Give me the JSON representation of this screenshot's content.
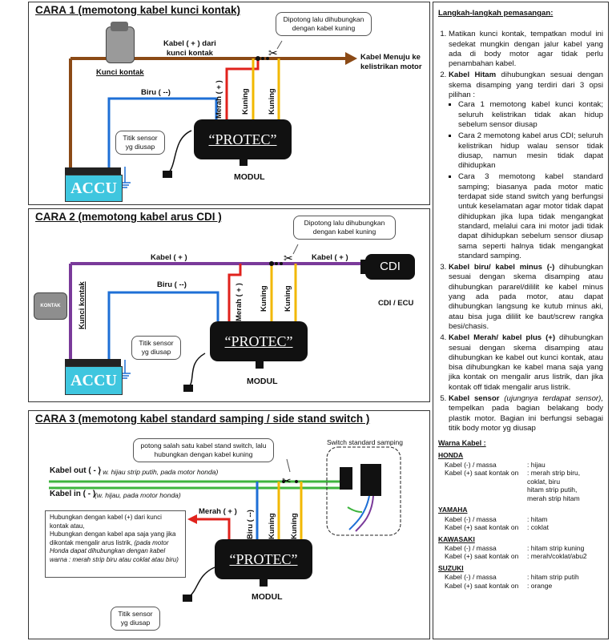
{
  "cara1": {
    "title": "CARA  1 (memotong kabel kunci kontak)",
    "cable_plus": "Kabel ( + ) dari\nkunci kontak",
    "to_motor": "Kabel Menuju ke\nkelistrikan motor",
    "key": "Kunci kontak",
    "biru": "Biru ( --)",
    "merah": "Merah ( + )",
    "kuning1": "Kuning",
    "kuning2": "Kuning",
    "bubble": "Dipotong lalu dihubungkan\ndengan kabel kuning",
    "sensor": "Titik sensor\nyg diusap",
    "module": "“PROTEC”",
    "modul": "MODUL",
    "accu": "ACCU"
  },
  "cara2": {
    "title": "CARA  2 (memotong kabel arus CDI )",
    "cable_plus_left": "Kabel ( + )",
    "cable_plus_right": "Kabel ( + )",
    "bubble": "Dipotong lalu dihubungkan\ndengan kabel kuning",
    "cdi": "CDI",
    "cdi_ecu": "CDI / ECU",
    "key": "Kunci kontak",
    "key_badge": "KONTAK",
    "biru": "Biru ( --)",
    "merah": "Merah ( + )",
    "kuning1": "Kuning",
    "kuning2": "Kuning",
    "sensor": "Titik sensor\nyg diusap",
    "module": "“PROTEC”",
    "modul": "MODUL",
    "accu": "ACCU"
  },
  "cara3": {
    "title": "CARA  3 (memotong kabel standard samping / side stand switch )",
    "bubble": "potong salah satu kabel stand switch, lalu\nhubungkan dengan kabel kuning",
    "switch": "Switch standard samping",
    "out_label": "Kabel out ( - )",
    "out_note": "( w. hijau strip putih, pada motor honda)",
    "in_label": "Kabel in ( - )",
    "in_note": "(w. hijau, pada motor honda)",
    "note_line1": "Hubungkan dengan kabel (+) dari kunci kontak  atau,",
    "note_line2": "Hubungkan dengan kabel apa saja yang jika dikontak mengalir arus listrik,",
    "note_line3": "(pada motor Honda dapat dihubungkan dengan kabel warna : merah strip biru atau coklat atau biru)",
    "merah": "Merah ( + )",
    "biru": "Biru ( --)",
    "kuning1": "Kuning",
    "kuning2": "Kuning",
    "sensor": "Titik sensor\nyg diusap",
    "module": "“PROTEC”",
    "modul": "MODUL"
  },
  "side": {
    "heading": "Langkah-langkah pemasangan:",
    "step1": "Matikan kunci kontak, tempatkan modul ini sedekat mungkin dengan jalur kabel yang ada di body motor agar tidak perlu penambahan kabel.",
    "step2_bold": "Kabel Hitam",
    "step2": " dihubungkan sesuai dengan skema disamping yang terdiri dari 3 opsi pilihan :",
    "opt1": "Cara 1 memotong kabel kunci kontak; seluruh kelistrikan tidak akan hidup sebelum sensor diusap",
    "opt2": "Cara 2 memotong kabel arus CDI; seluruh kelistrikan hidup walau sensor tidak diusap, namun mesin tidak dapat dihidupkan",
    "opt3": "Cara 3 memotong kabel standard samping; biasanya pada motor matic terdapat side stand switch yang berfungsi untuk keselamatan agar motor tidak dapat dihidupkan jika lupa tidak mengangkat standard, melalui cara ini motor jadi tidak dapat dihidupkan sebelum sensor diusap sama seperti halnya tidak mengangkat standard samping.",
    "step3_bold": "Kabel biru/ kabel minus (-)",
    "step3": " dihubungkan sesuai dengan skema disamping atau dihubungkan pararel/dililit ke kabel minus yang ada pada motor, atau dapat dihubungkan langsung ke kutub minus aki, atau bisa juga dililit ke baut/screw rangka besi/chasis.",
    "step4_bold": "Kabel Merah/ kabel plus (+)",
    "step4": " dihubungkan sesuai dengan skema disamping  atau dihubungkan ke kabel out kunci kontak, atau bisa dihubungkan ke kabel mana saja yang jika kontak on mengalir arus listrik, dan jika kontak off tidak mengalir arus listrik.",
    "step5_bold": "Kabel sensor",
    "step5_italic": " (ujungnya terdapat sensor),",
    "step5": " tempelkan pada bagian belakang body plastik motor. Bagian ini berfungsi sebagai titik body motor yg diusap",
    "warna_title": "Warna Kabel :",
    "brands": [
      {
        "name": "HONDA",
        "rows": [
          {
            "k": "Kabel (-) / massa",
            "v": ": hijau"
          },
          {
            "k": "Kabel (+) saat kontak on",
            "v": ": merah strip biru,"
          },
          {
            "k": "",
            "v": "  coklat, biru"
          },
          {
            "k": "",
            "v": "  hitam strip putih,"
          },
          {
            "k": "",
            "v": "  merah strip hitam"
          }
        ]
      },
      {
        "name": "YAMAHA",
        "rows": [
          {
            "k": "Kabel (-) / massa",
            "v": ": hitam"
          },
          {
            "k": "Kabel (+) saat kontak on",
            "v": ": coklat"
          }
        ]
      },
      {
        "name": "KAWASAKI",
        "rows": [
          {
            "k": "Kabel (-) / massa",
            "v": ": hitam strip kuning"
          },
          {
            "k": "Kabel (+) saat kontak on",
            "v": ": merah/coklat/abu2"
          }
        ]
      },
      {
        "name": "SUZUKI",
        "rows": [
          {
            "k": "Kabel (-) / massa",
            "v": ": hitam strip putih"
          },
          {
            "k": "Kabel (+) saat kontak on",
            "v": ": orange"
          }
        ]
      }
    ]
  },
  "colors": {
    "brown": "#8b4a16",
    "purple": "#7a3a9a",
    "blue": "#1e6fd6",
    "red": "#e0221c",
    "yellow": "#f2b800",
    "green": "#3db43d",
    "accu": "#3fc6df"
  }
}
